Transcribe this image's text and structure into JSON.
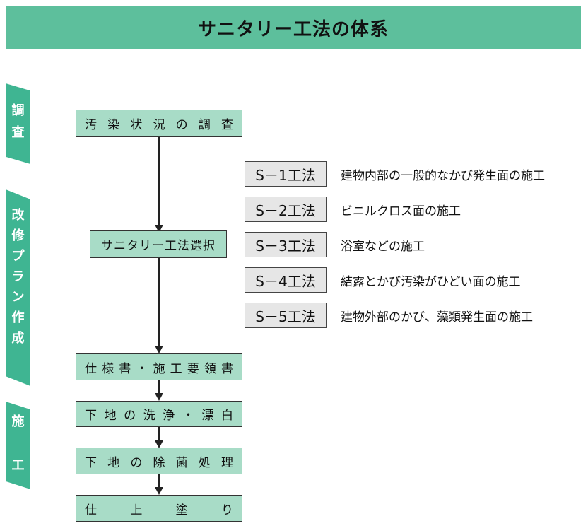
{
  "title": "サニタリー工法の体系",
  "phases": [
    {
      "chars": [
        "調",
        "査"
      ]
    },
    {
      "chars": [
        "改",
        "修",
        "プ",
        "ラ",
        "ン",
        "作",
        "成"
      ]
    },
    {
      "chars": [
        "施",
        "工"
      ]
    }
  ],
  "steps": {
    "survey": [
      "汚",
      "染",
      "状",
      "況",
      "の",
      "調",
      "査"
    ],
    "selection": "サニタリー工法選択",
    "spec": [
      "仕",
      "様",
      "書",
      "・",
      "施",
      "工",
      "要",
      "領",
      "書"
    ],
    "wash": [
      "下",
      "地",
      "の",
      "洗",
      "浄",
      "・",
      "漂",
      "白"
    ],
    "sterilize": [
      "下",
      "地",
      "の",
      "除",
      "菌",
      "処",
      "理"
    ],
    "finish": [
      "仕",
      "上",
      "塗",
      "り"
    ]
  },
  "methods": [
    {
      "code": "S－1工法",
      "desc": "建物内部の一般的なかび発生面の施工"
    },
    {
      "code": "S－2工法",
      "desc": "ビニルクロス面の施工"
    },
    {
      "code": "S－3工法",
      "desc": "浴室などの施工"
    },
    {
      "code": "S－4工法",
      "desc": "結露とかび汚染がひどい面の施工"
    },
    {
      "code": "S－5工法",
      "desc": "建物外部のかび、藻類発生面の施工"
    }
  ],
  "colors": {
    "header": "#5dbf9c",
    "phase_tab": "#3fb592",
    "step_box": "#a8dcc7",
    "method_box": "#e6e6e6"
  }
}
